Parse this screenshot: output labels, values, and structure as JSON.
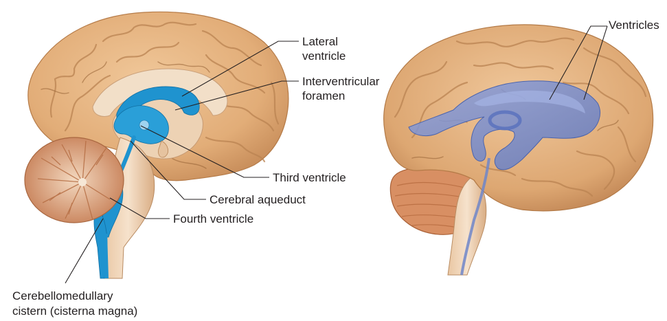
{
  "labels": {
    "lateral_ventricle": [
      "Lateral",
      "ventricle"
    ],
    "interventricular_foramen": [
      "Interventricular",
      "foramen"
    ],
    "third_ventricle": "Third ventricle",
    "cerebral_aqueduct": "Cerebral aqueduct",
    "fourth_ventricle": "Fourth ventricle",
    "cerebellomedullary_cistern": [
      "Cerebellomedullary",
      "cistern (cisterna magna)"
    ],
    "ventricles": "Ventricles"
  },
  "colors": {
    "cortex": "#e7b784",
    "cortex_dark": "#c48b57",
    "white_matter": "#f1dcc3",
    "csf_blue": "#1f93cf",
    "ventricle_3d": "#6f86c9",
    "cerebellum": "#d9946d",
    "brainstem": "#eecfb0"
  }
}
